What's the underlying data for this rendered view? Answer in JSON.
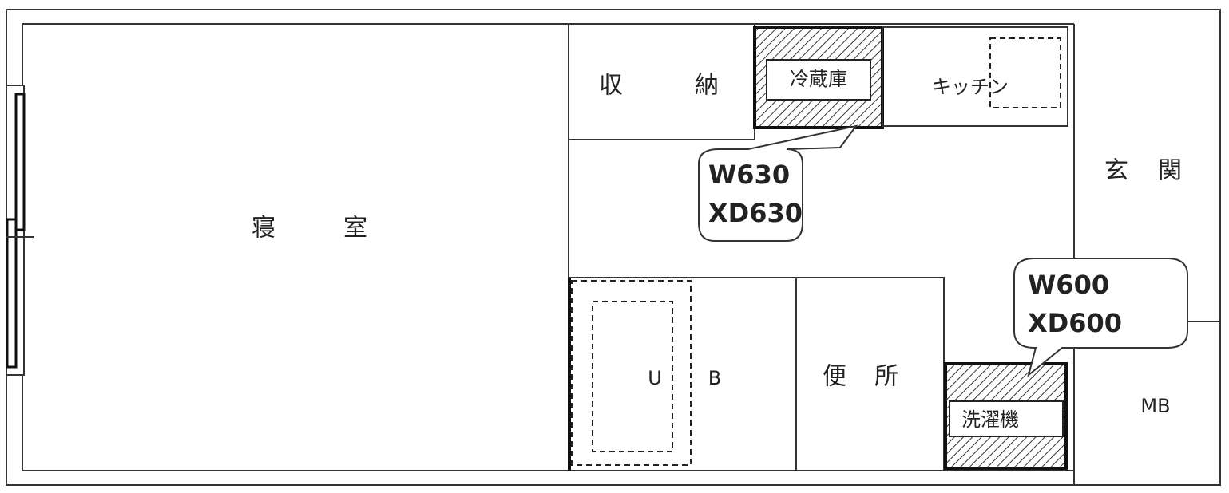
{
  "rooms": {
    "bedroom": [
      "寝",
      "室"
    ],
    "storage": [
      "収",
      "納"
    ],
    "fridge": "冷蔵庫",
    "kitchen": "キッチン",
    "entrance": [
      "玄",
      "関"
    ],
    "unit_bath": [
      "U",
      "B"
    ],
    "toilet": [
      "便",
      "所"
    ],
    "washer": "洗濯機",
    "meter_box": "MB"
  },
  "callouts": {
    "fridge": [
      "W630",
      "XD630"
    ],
    "washer": [
      "W600",
      "XD600"
    ]
  }
}
